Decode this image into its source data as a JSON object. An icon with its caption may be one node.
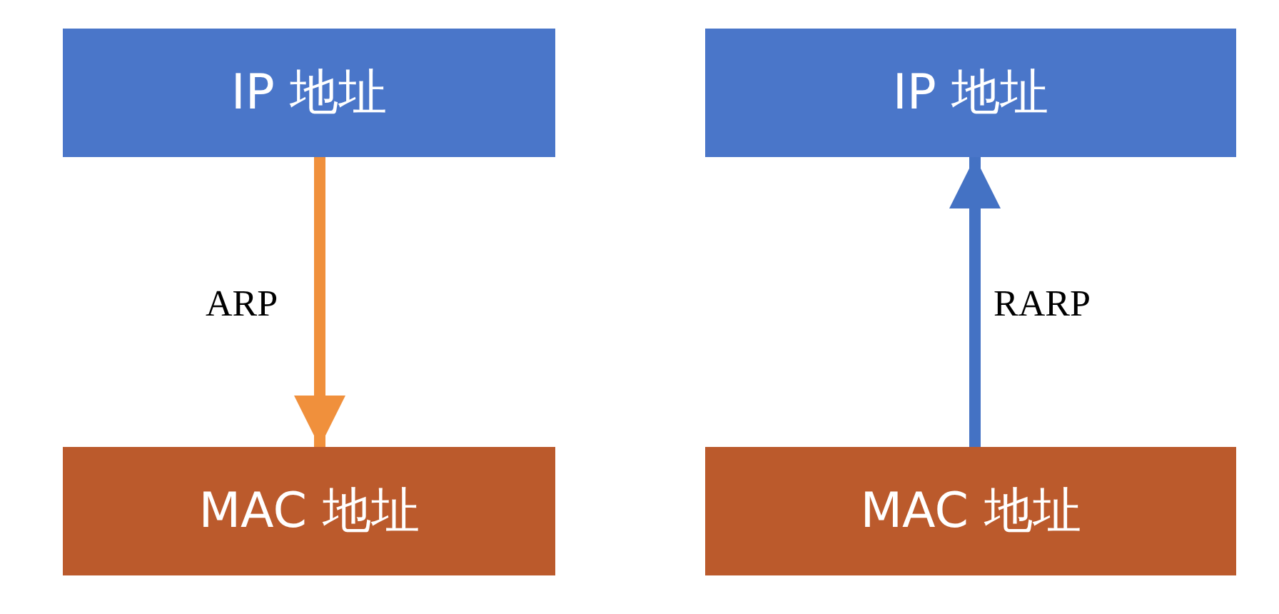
{
  "diagram": {
    "nodes": [
      {
        "text": [
          "IP 地址"
        ]
      },
      {
        "text": [
          "MAC 地址"
        ]
      },
      {
        "text": [
          "IP 地址"
        ]
      },
      {
        "text": [
          "MAC 地址"
        ]
      }
    ],
    "edges": [
      {
        "from": 0,
        "to": 1,
        "arrow": "to",
        "label": "ARP",
        "color": "#f0903c"
      },
      {
        "from": 3,
        "to": 2,
        "arrow": "to",
        "label": "RARP",
        "color": "#4472c4"
      }
    ]
  }
}
